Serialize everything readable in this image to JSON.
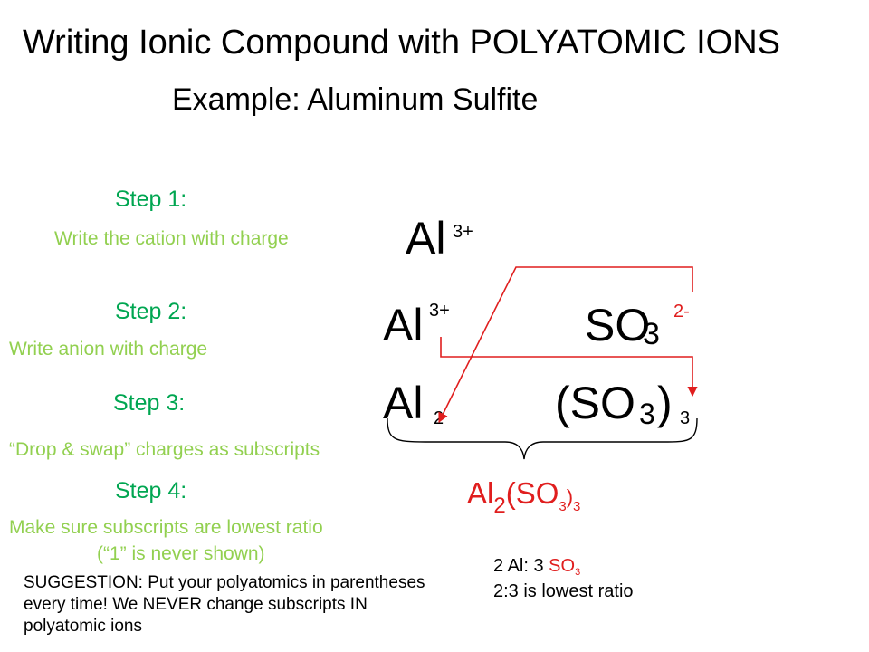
{
  "title": "Writing Ionic Compound with POLYATOMIC IONS",
  "subtitle": "Example:  Aluminum Sulfite",
  "steps": [
    {
      "label": "Step 1:",
      "desc": "Write the cation with charge"
    },
    {
      "label": "Step 2:",
      "desc": "Write anion with charge"
    },
    {
      "label": "Step 3:",
      "desc": "“Drop & swap” charges as subscripts"
    },
    {
      "label": "Step 4:",
      "desc_line1": "Make sure subscripts are lowest ratio",
      "desc_line2": "(“1” is never shown)"
    }
  ],
  "formula": {
    "cation": "Al",
    "cation_charge": "3+",
    "anion": "SO",
    "anion_sub": "3",
    "anion_charge": "2-",
    "step3_cation_sub": "2",
    "step3_anion_open": "(SO",
    "step3_anion_inner_sub": "3",
    "step3_anion_close": ")",
    "step3_anion_sub": "3",
    "final_al": "Al",
    "final_al_sub": "2",
    "final_open": "(SO",
    "final_inner_sub": "3",
    "final_close": ")",
    "final_outer_sub": "3"
  },
  "suggestion": "SUGGESTION: Put your polyatomics in parentheses every time! We NEVER change subscripts IN polyatomic ions",
  "ratio": {
    "line1_prefix": "2 Al: 3 ",
    "line1_so": "SO",
    "line1_so_sub": "3",
    "line2": "2:3 is lowest ratio"
  },
  "colors": {
    "step": "#00a651",
    "desc": "#92d050",
    "arrow": "#e01e1e",
    "final": "#e01e1e"
  }
}
